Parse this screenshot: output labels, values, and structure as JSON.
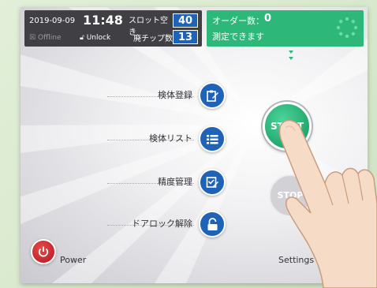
{
  "header": {
    "date": "2019-09-09",
    "time": "11:48",
    "offline_label": "Offline",
    "unlock_label": "Unlock",
    "slots_label": "スロット空き",
    "slots_value": "40",
    "waste_tips_label": "廃チップ数",
    "waste_tips_value": "13"
  },
  "order_panel": {
    "label": "オーダー数：",
    "count": "0",
    "status": "測定できます"
  },
  "menu": {
    "items": [
      {
        "label": "検体登録",
        "icon": "edit-clipboard-icon"
      },
      {
        "label": "検体リスト",
        "icon": "list-icon"
      },
      {
        "label": "精度管理",
        "icon": "checklist-edit-icon"
      },
      {
        "label": "ドアロック解除",
        "icon": "padlock-open-icon"
      }
    ]
  },
  "actions": {
    "start_label": "START",
    "stop_label": "STOP"
  },
  "footer": {
    "power_label": "Power",
    "settings_label": "Settings"
  },
  "colors": {
    "accent_blue": "#1f63b8",
    "start_green": "#2db87a",
    "order_green": "#2db87a",
    "power_red": "#c0242a",
    "status_bar": "#3f3f44"
  }
}
